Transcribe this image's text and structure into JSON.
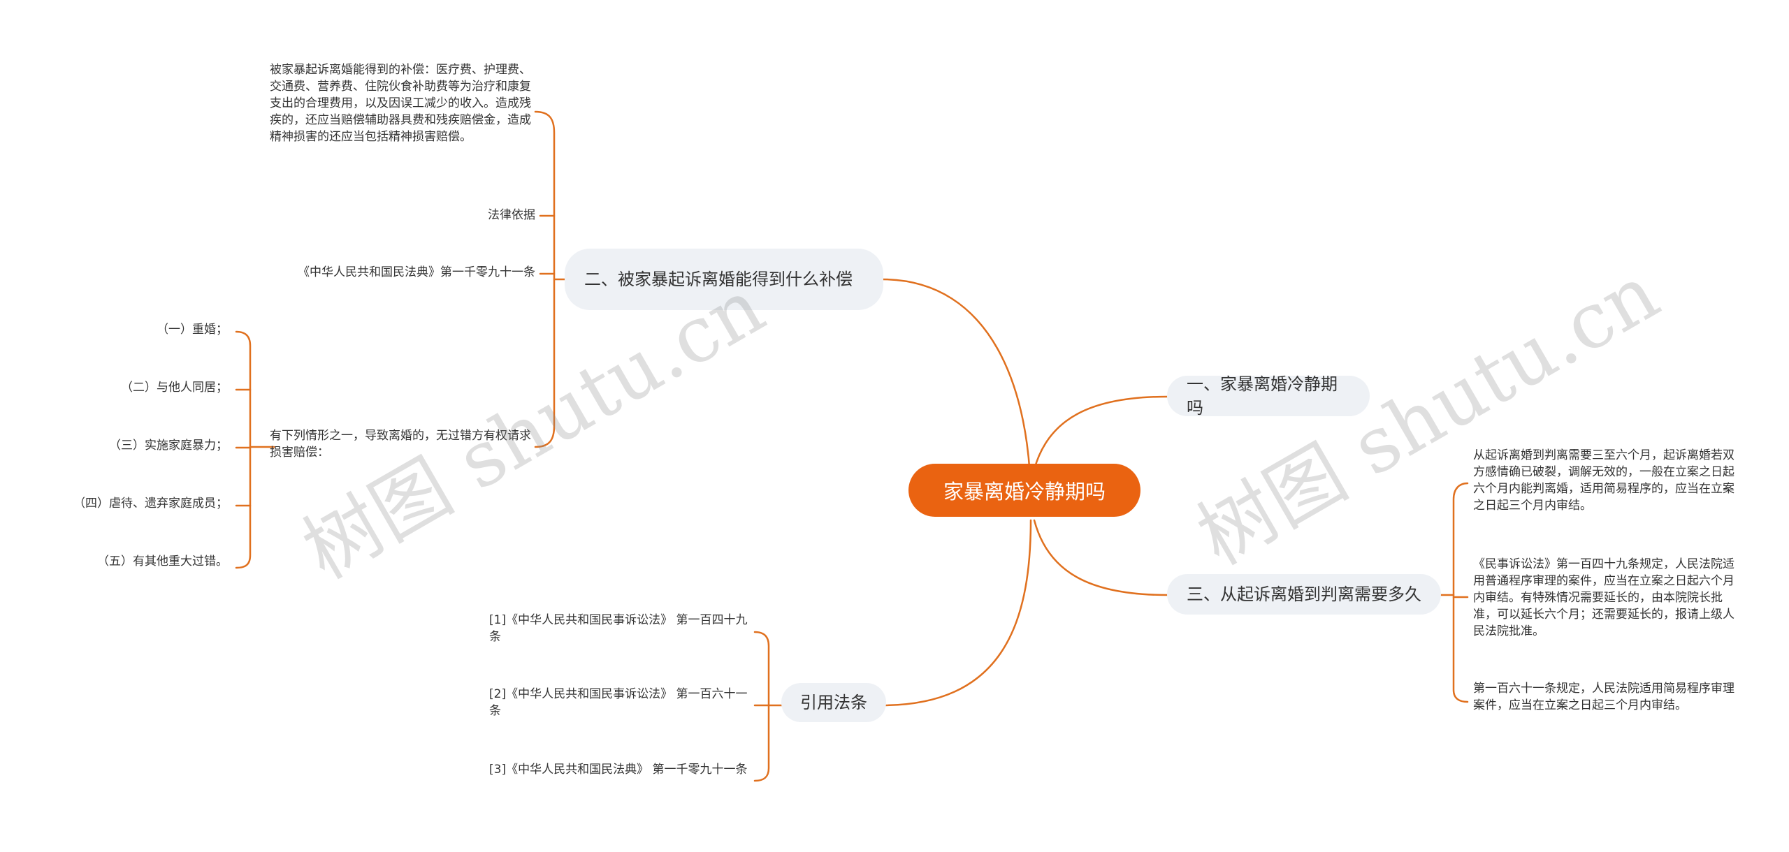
{
  "root": {
    "label": "家暴离婚冷静期吗"
  },
  "colors": {
    "accent": "#ea6311",
    "branch_bg": "#eef1f5",
    "line": "#e0701e"
  },
  "branches": {
    "b2": {
      "label": "二、被家暴起诉离婚能得到什么补偿",
      "children": {
        "c1": "被家暴起诉离婚能得到的补偿：医疗费、护理费、交通费、营养费、住院伙食补助费等为治疗和康复支出的合理费用，以及因误工减少的收入。造成残疾的，还应当赔偿辅助器具费和残疾赔偿金，造成精神损害的还应当包括精神损害赔偿。",
        "c2": "法律依据",
        "c3": "《中华人民共和国民法典》第一千零九十一条",
        "c4": "有下列情形之一，导致离婚的，无过错方有权请求损害赔偿："
      },
      "sub": [
        "（一）重婚；",
        "（二）与他人同居；",
        "（三）实施家庭暴力；",
        "（四）虐待、遗弃家庭成员；",
        "（五）有其他重大过错。"
      ]
    },
    "b1": {
      "label": "一、家暴离婚冷静期吗"
    },
    "b3": {
      "label": "三、从起诉离婚到判离需要多久",
      "children": {
        "c1": "从起诉离婚到判离需要三至六个月，起诉离婚若双方感情确已破裂，调解无效的，一般在立案之日起六个月内能判离婚，适用简易程序的，应当在立案之日起三个月内审结。",
        "c2": "《民事诉讼法》第一百四十九条规定，人民法院适用普通程序审理的案件，应当在立案之日起六个月内审结。有特殊情况需要延长的，由本院院长批准，可以延长六个月；还需要延长的，报请上级人民法院批准。",
        "c3": "第一百六十一条规定，人民法院适用简易程序审理案件，应当在立案之日起三个月内审结。"
      }
    },
    "b4": {
      "label": "引用法条",
      "children": {
        "c1": "[1]《中华人民共和国民事诉讼法》 第一百四十九条",
        "c2": "[2]《中华人民共和国民事诉讼法》 第一百六十一条",
        "c3": "[3]《中华人民共和国民法典》 第一千零九十一条"
      }
    }
  },
  "watermarks": [
    "树图 shutu.cn",
    "树图 shutu.cn"
  ]
}
